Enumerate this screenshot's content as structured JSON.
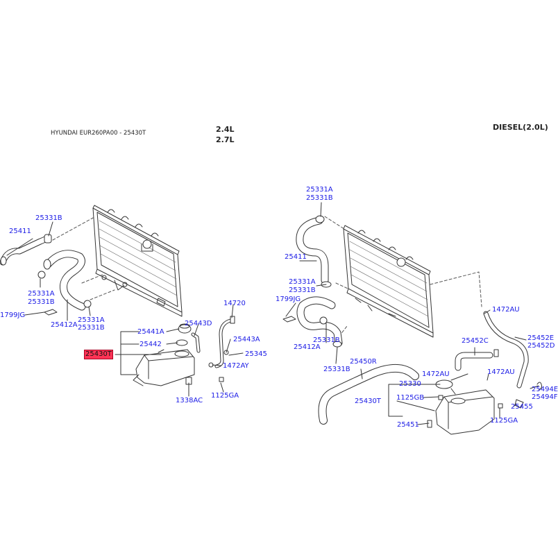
{
  "header": {
    "caption": "HYUNDAI EUR260PA00 - 25430T",
    "engine_1": "2.4L",
    "engine_2": "2.7L",
    "engine_diesel": "DIESEL(2.0L)"
  },
  "colors": {
    "part_link": "#1a1ae6",
    "highlight": "#ff3355",
    "line_art": "#333333"
  },
  "left_labels": {
    "p25331B_top": "25331B",
    "p25411": "25411",
    "p25331A_mid": "25331A",
    "p25331B_mid": "25331B",
    "p1799JG": "1799JG",
    "p25412A": "25412A",
    "p25331A_low": "25331A",
    "p25331B_low": "25331B",
    "p25441A": "25441A",
    "p25442": "25442",
    "p25443D": "25443D",
    "p14720": "14720",
    "p25443A": "25443A",
    "p25345": "25345",
    "p1472AY": "1472AY",
    "p25430T": "25430T",
    "p1338AC": "1338AC",
    "p1125GA": "1125GA"
  },
  "right_labels": {
    "p25331A_top": "25331A",
    "p25331B_top": "25331B",
    "p25411": "25411",
    "p25331A_mid": "25331A",
    "p25331B_mid": "25331B",
    "p1799JG": "1799JG",
    "p25331B_2": "25331B",
    "p25412A": "25412A",
    "p25331B_3": "25331B",
    "p25450R": "25450R",
    "p1472AU_top": "1472AU",
    "p25452C": "25452C",
    "p25452E": "25452E",
    "p25452D": "25452D",
    "p1472AU_mid": "1472AU",
    "p1472AU_low": "1472AU",
    "p25330": "25330",
    "p1125GB": "1125GB",
    "p25430T": "25430T",
    "p25494E": "25494E",
    "p25494F": "25494F",
    "p25455": "25455",
    "p1125GA": "1125GA",
    "p25451": "25451"
  }
}
